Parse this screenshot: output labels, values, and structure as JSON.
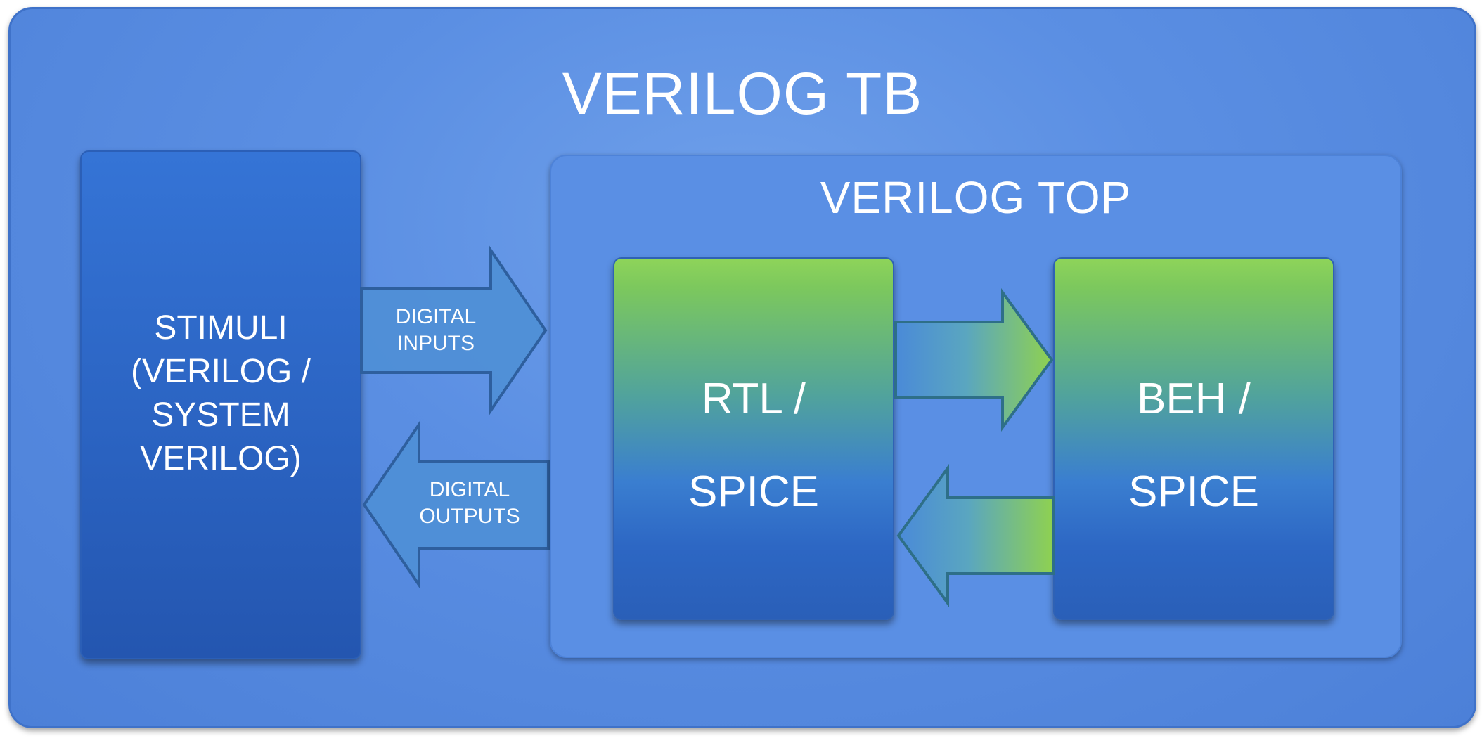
{
  "diagram": {
    "outer": {
      "title": "VERILOG TB"
    },
    "stimuli": {
      "lines": [
        "STIMULI",
        "(VERILOG /",
        "SYSTEM",
        "VERILOG)"
      ]
    },
    "digital_inputs": {
      "lines": [
        "DIGITAL",
        "INPUTS"
      ]
    },
    "digital_outputs": {
      "lines": [
        "DIGITAL",
        "OUTPUTS"
      ]
    },
    "top": {
      "title": "VERILOG TOP"
    },
    "rtl": {
      "line1": "RTL /",
      "line2": "SPICE"
    },
    "beh": {
      "line1": "BEH /",
      "line2": "SPICE"
    }
  },
  "colors": {
    "background": "#5b8fe3",
    "stimuli_fill": "#2a62c0",
    "module_top_green": "#8ed45a",
    "module_bottom_blue": "#2a5fb8",
    "arrow_fill": "#4f8fd6",
    "arrow_stroke": "#2e5f9e",
    "text": "#ffffff"
  }
}
